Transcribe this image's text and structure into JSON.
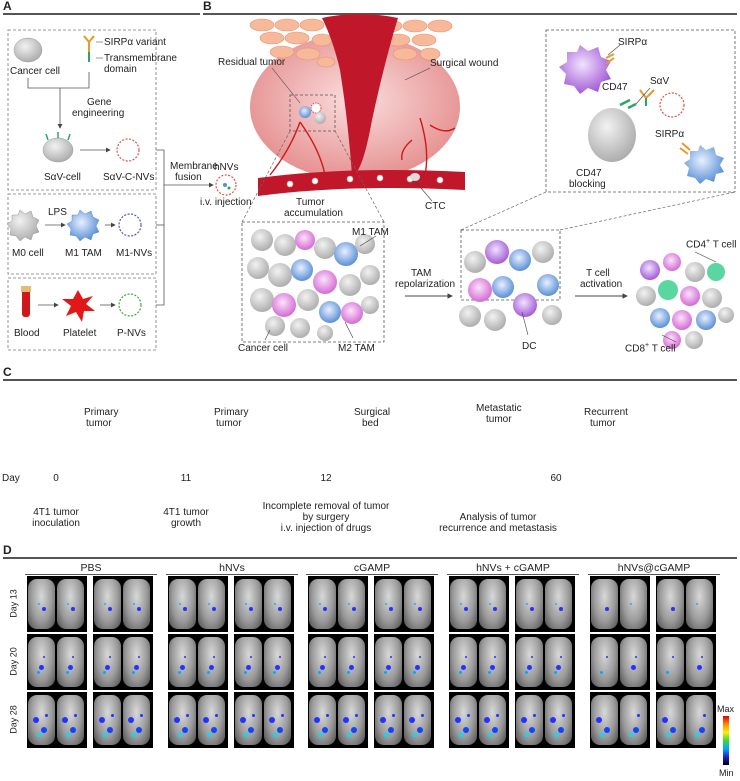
{
  "panels": {
    "a": "A",
    "b": "B",
    "c": "C",
    "d": "D"
  },
  "panel_a": {
    "cancer_cell": "Cancer cell",
    "sirpa_variant": "SIRPα variant",
    "transmembrane_1": "Transmembrane",
    "transmembrane_2": "domain",
    "gene_eng_1": "Gene",
    "gene_eng_2": "engineering",
    "sav_cell": "SαV-cell",
    "sav_c_nvs": "SαV-C-NVs",
    "lps": "LPS",
    "m0_cell": "M0 cell",
    "m1_tam": "M1 TAM",
    "m1_nvs": "M1-NVs",
    "blood": "Blood",
    "platelet": "Platelet",
    "p_nvs": "P-NVs",
    "membrane_fusion_1": "Membrane",
    "membrane_fusion_2": "fusion"
  },
  "panel_b": {
    "hnvs": "hNVs",
    "iv_injection": "i.v. injection",
    "residual_tumor": "Residual tumor",
    "surgical_wound": "Surgical wound",
    "tumor_acc_1": "Tumor",
    "tumor_acc_2": "accumulation",
    "ctc": "CTC",
    "m1_tam": "M1 TAM",
    "cancer_cell": "Cancer cell",
    "m2_tam": "M2 TAM",
    "tam_repol_1": "TAM",
    "tam_repol_2": "repolarization",
    "dc": "DC",
    "tcell_act_1": "T cell",
    "tcell_act_2": "activation",
    "cd4": "CD4",
    "cd8": "CD8",
    "plus": "+",
    "tcell": "T cell",
    "sirpa_top": "SIRPα",
    "cd47": "CD47",
    "sav": "SαV",
    "sirpa_bottom": "SIRPα",
    "cd47_block_1": "CD47",
    "cd47_block_2": "blocking"
  },
  "panel_c": {
    "primary_tumor_1": "Primary",
    "primary_tumor_2": "tumor",
    "surgical_bed_1": "Surgical",
    "surgical_bed_2": "bed",
    "metastatic_1": "Metastatic",
    "metastatic_2": "tumor",
    "recurrent_1": "Recurrent",
    "recurrent_2": "tumor",
    "day_label": "Day",
    "days": [
      "0",
      "11",
      "12",
      "60"
    ],
    "ev0_1": "4T1 tumor",
    "ev0_2": "inoculation",
    "ev11_1": "4T1 tumor",
    "ev11_2": "growth",
    "ev12_1": "Incomplete removal of tumor",
    "ev12_2": "by surgery",
    "ev12_3": "i.v. injection of drugs",
    "ev60_1": "Analysis of tumor",
    "ev60_2": "recurrence and metastasis"
  },
  "panel_d": {
    "groups": [
      "PBS",
      "hNVs",
      "cGAMP",
      "hNVs + cGAMP",
      "hNVs@cGAMP"
    ],
    "rows": [
      "Day 13",
      "Day 20",
      "Day 28"
    ],
    "scale_max": "Max",
    "scale_min": "Min"
  },
  "colors": {
    "tumor_red": "#c0182a",
    "m1_blue": "#5a8fd6",
    "m2_pink": "#e07ae0",
    "nv_green": "#3aa63a",
    "platelet_red": "#e01818"
  }
}
